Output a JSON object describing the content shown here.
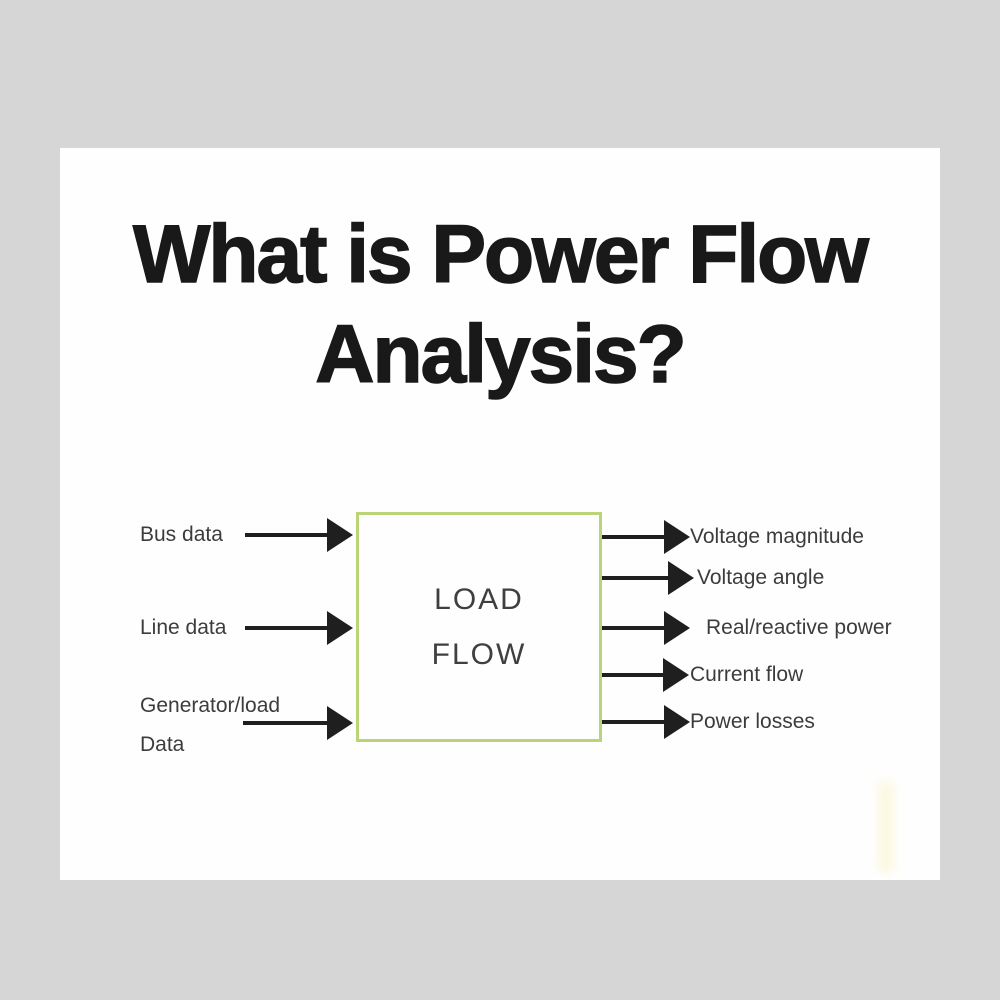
{
  "title": {
    "line1": "What is Power Flow",
    "line2": "Analysis?"
  },
  "box": {
    "line1": "LOAD",
    "line2": "FLOW"
  },
  "diagram": {
    "inputs": [
      {
        "label": "Bus data"
      },
      {
        "label": "Line data"
      },
      {
        "label": "Generator/load",
        "label2": "Data"
      }
    ],
    "outputs": [
      {
        "label": "Voltage magnitude"
      },
      {
        "label": "Voltage angle"
      },
      {
        "label": "Real/reactive power"
      },
      {
        "label": "Current flow"
      },
      {
        "label": "Power losses"
      }
    ]
  },
  "colors": {
    "background": "#d6d6d6",
    "panel": "#fefefe",
    "title": "#191919",
    "box_border": "#bcd478",
    "box_text": "#3f3f3f",
    "arrow": "#1f1f1f",
    "label": "#3c3c3c"
  }
}
